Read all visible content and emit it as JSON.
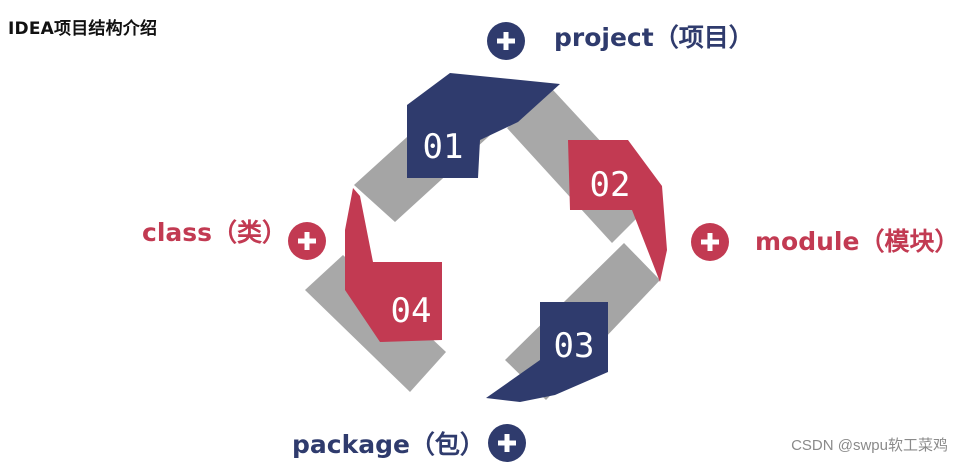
{
  "title": "IDEA项目结构介绍",
  "colors": {
    "navy": "#2f3b6d",
    "red": "#c23a52",
    "gray": "#a8a8a8"
  },
  "steps": [
    {
      "number": "01",
      "color": "navy"
    },
    {
      "number": "02",
      "color": "red"
    },
    {
      "number": "03",
      "color": "navy"
    },
    {
      "number": "04",
      "color": "red"
    }
  ],
  "labels": {
    "project": "project（项目）",
    "module": "module（模块）",
    "package": "package（包）",
    "class": "class（类）"
  },
  "icons": [
    "plus-circle-icon"
  ],
  "watermark": "CSDN @swpu软工菜鸡"
}
